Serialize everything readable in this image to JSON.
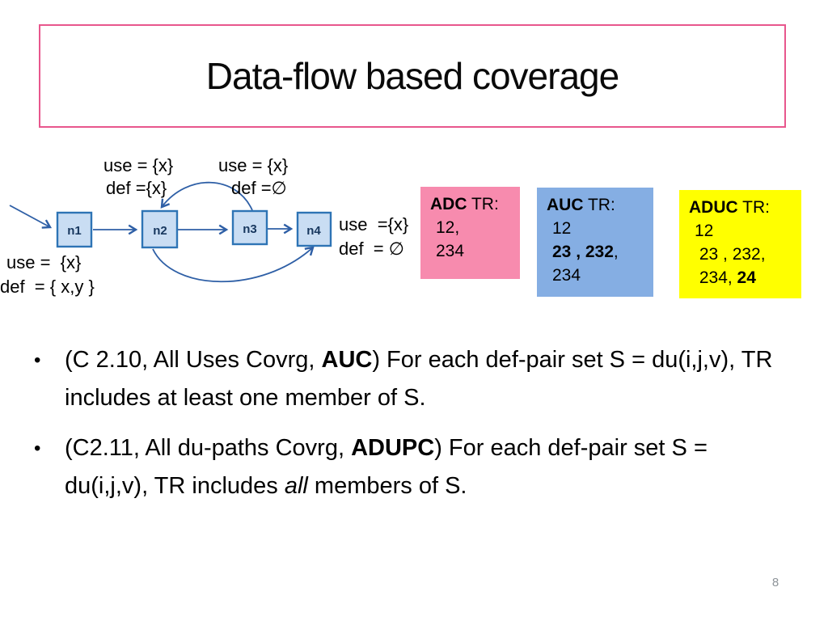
{
  "title": "Data-flow based coverage",
  "page_number": "8",
  "bullet_marker": "•",
  "colors": {
    "title_border": "#E8578D",
    "node_fill": "#C9DDF3",
    "node_border": "#2E74B5",
    "edge": "#2E5FA6"
  },
  "graph": {
    "nodes": [
      {
        "label": "n1"
      },
      {
        "label": "n2"
      },
      {
        "label": "n3"
      },
      {
        "label": "n4"
      }
    ],
    "labels": {
      "n2_use": "use = {x}",
      "n2_def": "def ={x}",
      "n3_use": "use = {x}",
      "n3_def": "def =∅",
      "n4_use": "use  ={x}",
      "n4_def": "def  = ∅",
      "n1_use": "use =  {x}",
      "n1_def": "def  = { x,y }"
    }
  },
  "tr_boxes": [
    {
      "id": "ADC",
      "color": "#F78BAE",
      "header": [
        {
          "t": "ADC",
          "b": true
        },
        {
          "t": " TR:"
        }
      ],
      "lines": [
        [
          {
            "t": "12,"
          }
        ],
        [
          {
            "t": "234"
          }
        ]
      ]
    },
    {
      "id": "AUC",
      "color": "#85AEE3",
      "header": [
        {
          "t": "AUC",
          "b": true
        },
        {
          "t": " TR:"
        }
      ],
      "lines": [
        [
          {
            "t": "12"
          }
        ],
        [
          {
            "t": "23 , 232",
            "b": true
          },
          {
            "t": ","
          }
        ],
        [
          {
            "t": "234"
          }
        ]
      ]
    },
    {
      "id": "ADUC",
      "color": "#FFFF00",
      "header": [
        {
          "t": "ADUC",
          "b": true
        },
        {
          "t": " TR:"
        }
      ],
      "lines": [
        [
          {
            "t": "12"
          }
        ],
        [
          {
            "t": " 23 , 232,"
          }
        ],
        [
          {
            "t": " 234, "
          },
          {
            "t": "24",
            "b": true
          }
        ]
      ]
    }
  ],
  "bullets": [
    {
      "segments": [
        {
          "t": "(C 2.10, All Uses Covrg, "
        },
        {
          "t": "AUC",
          "b": true
        },
        {
          "t": ") For each def-pair set S = du(i,j,v), TR includes at least one member of S."
        }
      ]
    },
    {
      "segments": [
        {
          "t": "(C2.11, All du-paths Covrg, "
        },
        {
          "t": "ADUPC",
          "b": true
        },
        {
          "t": ") For each def-pair set S = du(i,j,v), TR includes "
        },
        {
          "t": "all",
          "i": true
        },
        {
          "t": " members of S."
        }
      ]
    }
  ]
}
